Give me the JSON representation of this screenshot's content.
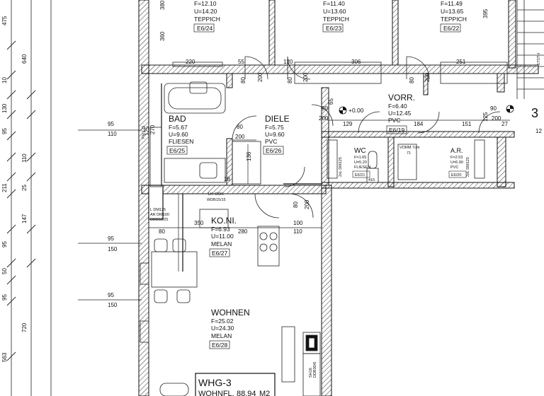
{
  "rooms": {
    "top_left": {
      "f": "F=12.10",
      "u": "U=14.20",
      "floor": "TEPPICH",
      "tag": "E6/24"
    },
    "top_mid": {
      "f": "F=11.40",
      "u": "U=13.60",
      "floor": "TEPPICH",
      "tag": "E6/23"
    },
    "top_right": {
      "f": "F=11.49",
      "u": "U=13.65",
      "floor": "TEPPICH",
      "tag": "E6/22"
    },
    "bad": {
      "name": "BAD",
      "f": "F=5.67",
      "u": "U=9.60",
      "floor": "FLIESEN",
      "tag": "E6/25"
    },
    "diele": {
      "name": "DIELE",
      "f": "F=5.75",
      "u": "U=9.60",
      "floor": "PVC",
      "tag": "E6/26"
    },
    "vorr": {
      "name": "VORR.",
      "f": "F=6.40",
      "u": "U=12.45",
      "floor": "PVC",
      "tag": "E6/19"
    },
    "wc": {
      "name": "WC",
      "f": "F=1.65",
      "u": "U=5.20",
      "floor": "FLIESEN",
      "tag": "E6/21"
    },
    "ar": {
      "name": "A.R.",
      "f": "F=2.53",
      "u": "U=6.90",
      "floor": "PVC",
      "tag": "E6/20"
    },
    "koni": {
      "name": "KO.NI.",
      "f": "F=6.93",
      "u": "U=11.00",
      "floor": "MELAN",
      "tag": "E6/27"
    },
    "wohnen": {
      "name": "WOHNEN",
      "f": "F=25.02",
      "u": "U=24.30",
      "floor": "MELAN",
      "tag": "E6/28"
    }
  },
  "unit": {
    "name": "WHG-3",
    "area_label": "WOHNFL.",
    "area_value": "88.94",
    "area_unit": "M2"
  },
  "level_mark": "+0.00",
  "stair_label": "17STH",
  "stair_number": "3",
  "left_dims": [
    "475",
    "640",
    "10",
    "130",
    "95",
    "110",
    "25",
    "211",
    "147",
    "95",
    "50",
    "95",
    "720",
    "563"
  ],
  "window_marks": [
    {
      "a": "95",
      "b": "110"
    },
    {
      "a": "95",
      "b": "150"
    },
    {
      "a": "95",
      "b": "150"
    }
  ],
  "dims": {
    "d380": "380",
    "d360": "360",
    "d395": "395",
    "d220": "220",
    "d55": "55",
    "d120": "120",
    "d306": "306",
    "d251": "251",
    "d80a": "80",
    "d200a": "200",
    "d80b": "80",
    "d200b": "200",
    "d80c": "80",
    "d200c": "200",
    "d80d": "80",
    "d200d": "200",
    "d90a": "90",
    "d200e": "200",
    "d65": "65",
    "d129": "129",
    "d184": "184",
    "d151": "151",
    "d90b": "90",
    "d200f": "200",
    "d125": "125",
    "d27": "27",
    "d12": "12",
    "d80e": "80",
    "d200g": "200",
    "d136": "136",
    "d18": "18",
    "d80f": "80",
    "d200h": "200",
    "d350": "350",
    "d100": "100",
    "d110": "110",
    "d80g": "80",
    "d280": "280",
    "d415": "415",
    "d71": "71",
    "d125b": "125",
    "d270": "270"
  },
  "small_notes": {
    "ph": "PH:125",
    "lk": "LK+DOK",
    "wdb": "WDB15/15",
    "ldm": "L DM125",
    "ar_dm": "AR DM100",
    "ddb": "DDB50/25",
    "vorm": "VORM.7cm",
    "dbh": "SH16",
    "dbh2": "DDB30/6",
    "wc_note": "2xL DM125",
    "ar_note": "2xL DM125"
  }
}
